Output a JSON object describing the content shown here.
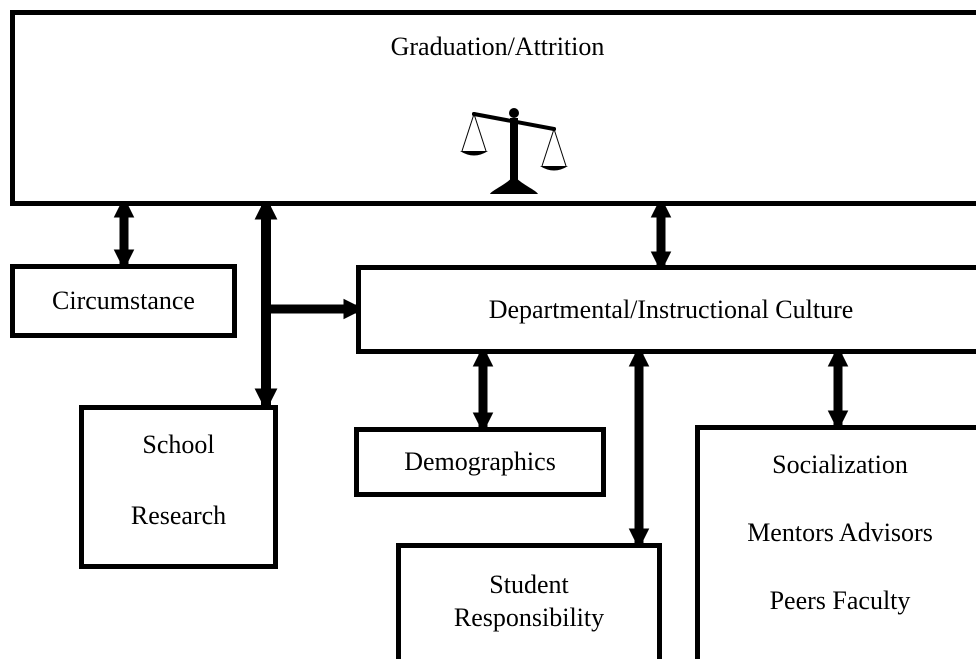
{
  "diagram": {
    "graduation_attrition": {
      "label": "Graduation/Attrition",
      "icon": "balance-scale-icon"
    },
    "circumstance": {
      "label": "Circumstance"
    },
    "departmental_culture": {
      "label": "Departmental/Instructional Culture"
    },
    "school_research": {
      "line1": "School",
      "line2": "Research"
    },
    "demographics": {
      "label": "Demographics"
    },
    "student_responsibility": {
      "line1": "Student",
      "line2": "Responsibility"
    },
    "socialization": {
      "line1": "Socialization",
      "line2": "Mentors Advisors",
      "line3": "Peers Faculty"
    }
  }
}
